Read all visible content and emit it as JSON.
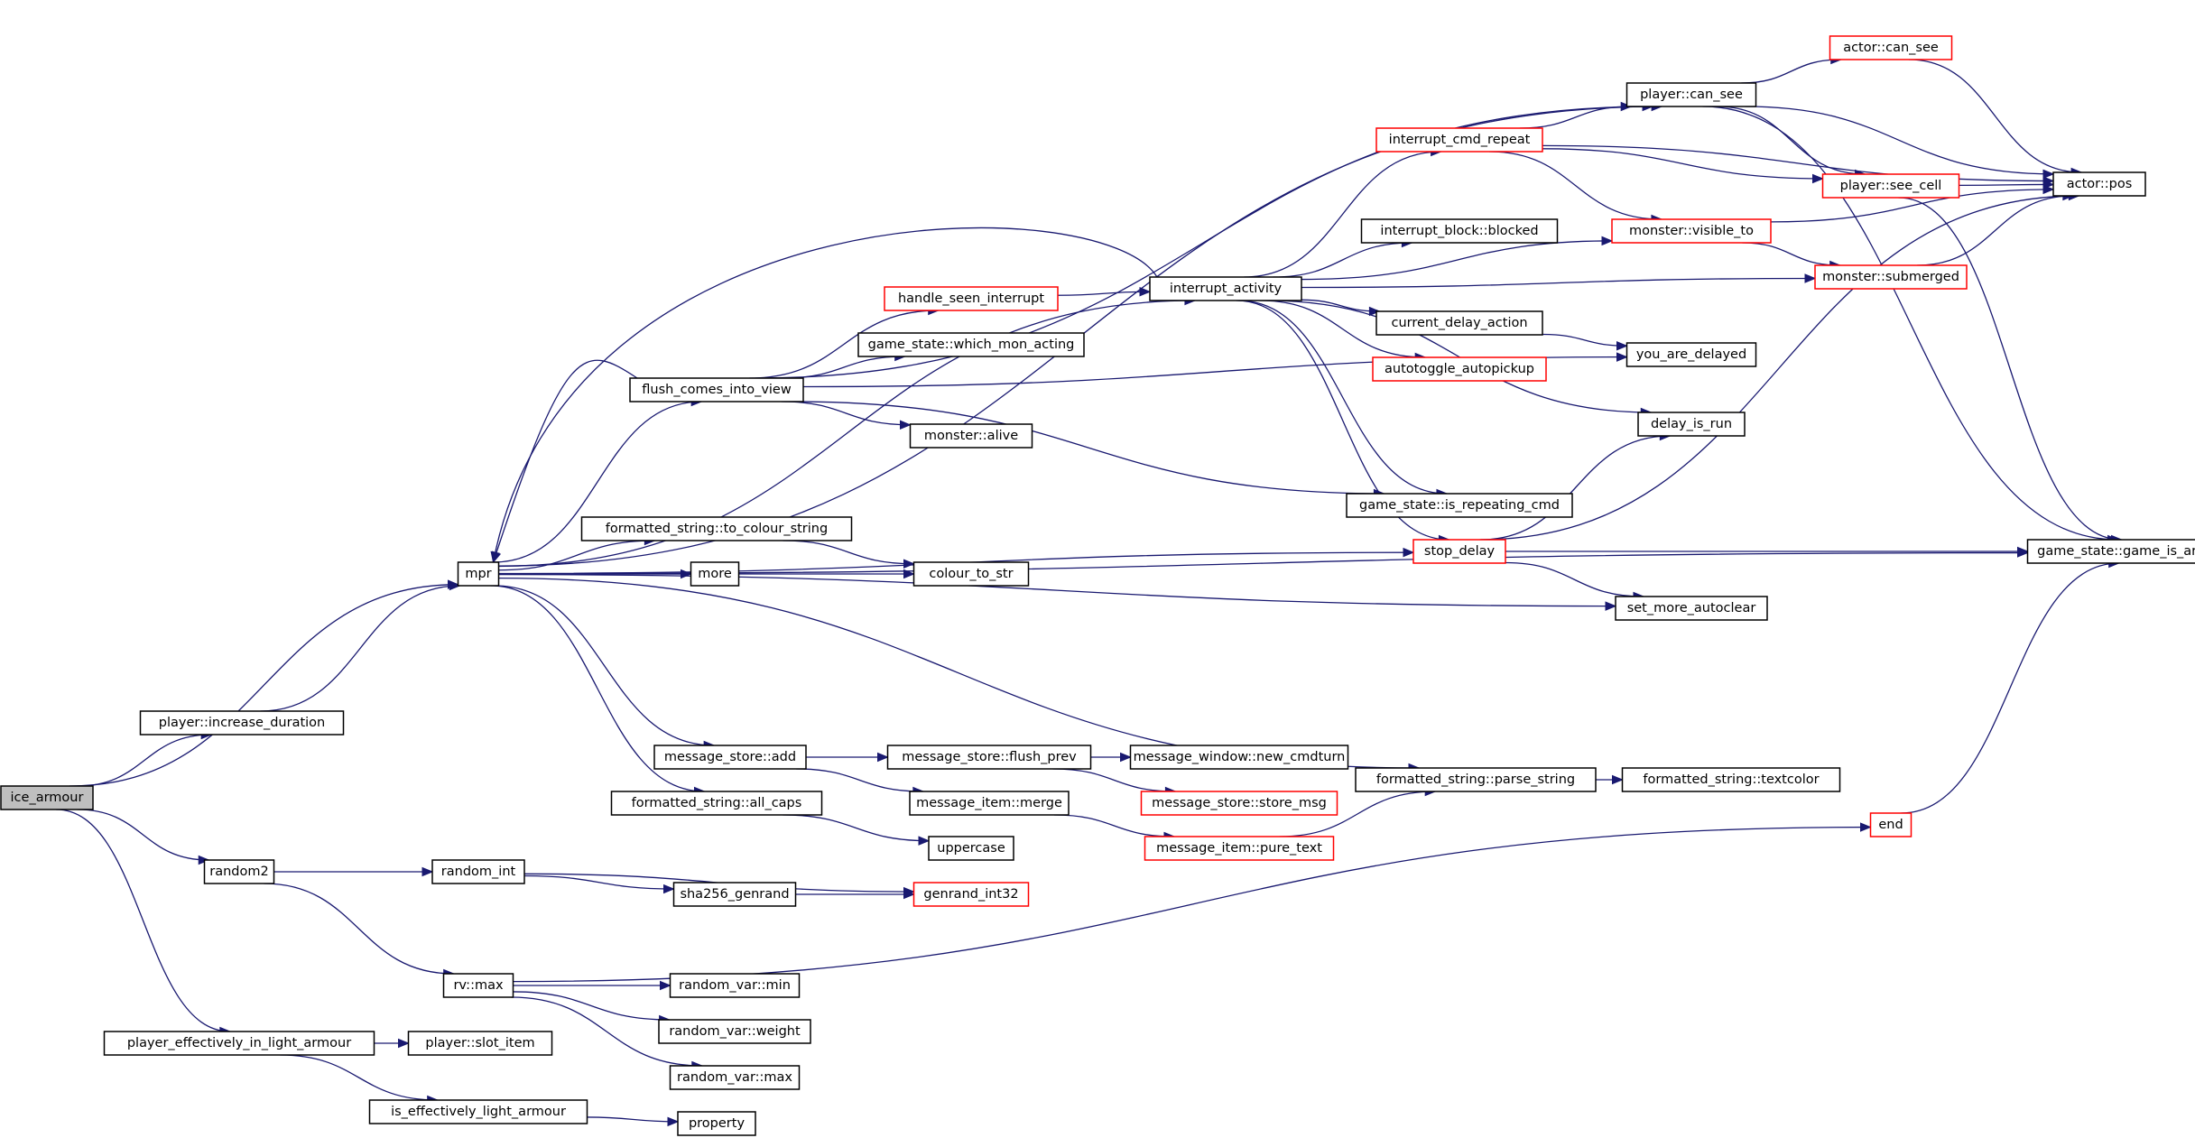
{
  "colors": {
    "edge": "#191970",
    "node_border_default": "#000000",
    "node_border_truncated": "#ff0000",
    "root_fill": "#bfbfbf",
    "node_fill": "#ffffff"
  },
  "nodes": [
    {
      "id": "ice_armour",
      "label": "ice_armour",
      "root": true
    },
    {
      "id": "mpr",
      "label": "mpr"
    },
    {
      "id": "player_increase_duration",
      "label": "player::increase_duration"
    },
    {
      "id": "random2",
      "label": "random2"
    },
    {
      "id": "player_effectively_in_light_armour",
      "label": "player_effectively_in_light_armour"
    },
    {
      "id": "formatted_string_to_colour_string",
      "label": "formatted_string::to_colour_string"
    },
    {
      "id": "more",
      "label": "more"
    },
    {
      "id": "flush_comes_into_view",
      "label": "flush_comes_into_view"
    },
    {
      "id": "message_store_add",
      "label": "message_store::add"
    },
    {
      "id": "formatted_string_all_caps",
      "label": "formatted_string::all_caps"
    },
    {
      "id": "random_int",
      "label": "random_int"
    },
    {
      "id": "rv_max",
      "label": "rv::max"
    },
    {
      "id": "player_slot_item",
      "label": "player::slot_item"
    },
    {
      "id": "is_effectively_light_armour",
      "label": "is_effectively_light_armour"
    },
    {
      "id": "handle_seen_interrupt",
      "label": "handle_seen_interrupt",
      "truncated": true
    },
    {
      "id": "game_state_which_mon_acting",
      "label": "game_state::which_mon_acting"
    },
    {
      "id": "monster_alive",
      "label": "monster::alive"
    },
    {
      "id": "colour_to_str",
      "label": "colour_to_str"
    },
    {
      "id": "message_store_flush_prev",
      "label": "message_store::flush_prev"
    },
    {
      "id": "message_item_merge",
      "label": "message_item::merge"
    },
    {
      "id": "uppercase",
      "label": "uppercase"
    },
    {
      "id": "sha256_genrand",
      "label": "sha256_genrand"
    },
    {
      "id": "genrand_int32",
      "label": "genrand_int32",
      "truncated": true
    },
    {
      "id": "random_var_min",
      "label": "random_var::min"
    },
    {
      "id": "random_var_weight",
      "label": "random_var::weight"
    },
    {
      "id": "random_var_max",
      "label": "random_var::max"
    },
    {
      "id": "property",
      "label": "property"
    },
    {
      "id": "interrupt_activity",
      "label": "interrupt_activity"
    },
    {
      "id": "message_window_new_cmdturn",
      "label": "message_window::new_cmdturn"
    },
    {
      "id": "message_store_store_msg",
      "label": "message_store::store_msg",
      "truncated": true
    },
    {
      "id": "message_item_pure_text",
      "label": "message_item::pure_text",
      "truncated": true
    },
    {
      "id": "interrupt_cmd_repeat",
      "label": "interrupt_cmd_repeat",
      "truncated": true
    },
    {
      "id": "interrupt_block_blocked",
      "label": "interrupt_block::blocked"
    },
    {
      "id": "current_delay_action",
      "label": "current_delay_action"
    },
    {
      "id": "autotoggle_autopickup",
      "label": "autotoggle_autopickup",
      "truncated": true
    },
    {
      "id": "game_state_is_repeating_cmd",
      "label": "game_state::is_repeating_cmd"
    },
    {
      "id": "stop_delay",
      "label": "stop_delay",
      "truncated": true
    },
    {
      "id": "formatted_string_parse_string",
      "label": "formatted_string::parse_string"
    },
    {
      "id": "player_can_see",
      "label": "player::can_see"
    },
    {
      "id": "monster_visible_to",
      "label": "monster::visible_to",
      "truncated": true
    },
    {
      "id": "you_are_delayed",
      "label": "you_are_delayed"
    },
    {
      "id": "delay_is_run",
      "label": "delay_is_run"
    },
    {
      "id": "set_more_autoclear",
      "label": "set_more_autoclear"
    },
    {
      "id": "formatted_string_textcolor",
      "label": "formatted_string::textcolor"
    },
    {
      "id": "end",
      "label": "end",
      "truncated": true
    },
    {
      "id": "actor_can_see",
      "label": "actor::can_see",
      "truncated": true
    },
    {
      "id": "player_see_cell",
      "label": "player::see_cell",
      "truncated": true
    },
    {
      "id": "monster_submerged",
      "label": "monster::submerged",
      "truncated": true
    },
    {
      "id": "actor_pos",
      "label": "actor::pos"
    },
    {
      "id": "game_state_game_is_arena",
      "label": "game_state::game_is_arena"
    }
  ],
  "edges": [
    [
      "ice_armour",
      "mpr"
    ],
    [
      "ice_armour",
      "player_increase_duration"
    ],
    [
      "ice_armour",
      "random2"
    ],
    [
      "ice_armour",
      "player_effectively_in_light_armour"
    ],
    [
      "player_increase_duration",
      "mpr"
    ],
    [
      "mpr",
      "formatted_string_to_colour_string"
    ],
    [
      "mpr",
      "more"
    ],
    [
      "mpr",
      "flush_comes_into_view"
    ],
    [
      "mpr",
      "message_store_add"
    ],
    [
      "mpr",
      "formatted_string_all_caps"
    ],
    [
      "mpr",
      "interrupt_activity"
    ],
    [
      "mpr",
      "player_can_see"
    ],
    [
      "mpr",
      "stop_delay"
    ],
    [
      "mpr",
      "colour_to_str"
    ],
    [
      "mpr",
      "set_more_autoclear"
    ],
    [
      "mpr",
      "game_state_game_is_arena"
    ],
    [
      "mpr",
      "formatted_string_parse_string"
    ],
    [
      "flush_comes_into_view",
      "mpr"
    ],
    [
      "flush_comes_into_view",
      "handle_seen_interrupt"
    ],
    [
      "flush_comes_into_view",
      "game_state_which_mon_acting"
    ],
    [
      "flush_comes_into_view",
      "monster_alive"
    ],
    [
      "flush_comes_into_view",
      "you_are_delayed"
    ],
    [
      "flush_comes_into_view",
      "game_state_is_repeating_cmd"
    ],
    [
      "flush_comes_into_view",
      "player_can_see"
    ],
    [
      "handle_seen_interrupt",
      "interrupt_activity"
    ],
    [
      "interrupt_activity",
      "mpr"
    ],
    [
      "interrupt_activity",
      "interrupt_cmd_repeat"
    ],
    [
      "interrupt_activity",
      "interrupt_block_blocked"
    ],
    [
      "interrupt_activity",
      "monster_visible_to"
    ],
    [
      "interrupt_activity",
      "monster_submerged"
    ],
    [
      "interrupt_activity",
      "current_delay_action"
    ],
    [
      "interrupt_activity",
      "autotoggle_autopickup"
    ],
    [
      "interrupt_activity",
      "delay_is_run"
    ],
    [
      "interrupt_activity",
      "game_state_is_repeating_cmd"
    ],
    [
      "interrupt_activity",
      "stop_delay"
    ],
    [
      "formatted_string_to_colour_string",
      "colour_to_str"
    ],
    [
      "message_store_add",
      "message_store_flush_prev"
    ],
    [
      "message_store_add",
      "message_item_merge"
    ],
    [
      "message_store_flush_prev",
      "message_window_new_cmdturn"
    ],
    [
      "message_store_flush_prev",
      "message_store_store_msg"
    ],
    [
      "message_item_merge",
      "message_item_pure_text"
    ],
    [
      "message_item_pure_text",
      "formatted_string_parse_string"
    ],
    [
      "formatted_string_all_caps",
      "uppercase"
    ],
    [
      "formatted_string_parse_string",
      "formatted_string_textcolor"
    ],
    [
      "random2",
      "random_int"
    ],
    [
      "random2",
      "rv_max"
    ],
    [
      "random_int",
      "sha256_genrand"
    ],
    [
      "random_int",
      "genrand_int32"
    ],
    [
      "sha256_genrand",
      "genrand_int32"
    ],
    [
      "rv_max",
      "random_var_min"
    ],
    [
      "rv_max",
      "random_var_weight"
    ],
    [
      "rv_max",
      "random_var_max"
    ],
    [
      "rv_max",
      "end"
    ],
    [
      "end",
      "game_state_game_is_arena"
    ],
    [
      "player_effectively_in_light_armour",
      "player_slot_item"
    ],
    [
      "player_effectively_in_light_armour",
      "is_effectively_light_armour"
    ],
    [
      "is_effectively_light_armour",
      "property"
    ],
    [
      "interrupt_cmd_repeat",
      "player_can_see"
    ],
    [
      "interrupt_cmd_repeat",
      "monster_visible_to"
    ],
    [
      "interrupt_cmd_repeat",
      "player_see_cell"
    ],
    [
      "interrupt_cmd_repeat",
      "actor_pos"
    ],
    [
      "player_can_see",
      "actor_can_see"
    ],
    [
      "player_can_see",
      "player_see_cell"
    ],
    [
      "player_can_see",
      "actor_pos"
    ],
    [
      "player_can_see",
      "game_state_game_is_arena"
    ],
    [
      "actor_can_see",
      "actor_pos"
    ],
    [
      "player_see_cell",
      "actor_pos"
    ],
    [
      "player_see_cell",
      "game_state_game_is_arena"
    ],
    [
      "monster_visible_to",
      "actor_pos"
    ],
    [
      "monster_visible_to",
      "monster_submerged"
    ],
    [
      "monster_submerged",
      "actor_pos"
    ],
    [
      "current_delay_action",
      "you_are_delayed"
    ],
    [
      "stop_delay",
      "delay_is_run"
    ],
    [
      "stop_delay",
      "actor_pos"
    ],
    [
      "stop_delay",
      "game_state_game_is_arena"
    ],
    [
      "stop_delay",
      "set_more_autoclear"
    ]
  ]
}
